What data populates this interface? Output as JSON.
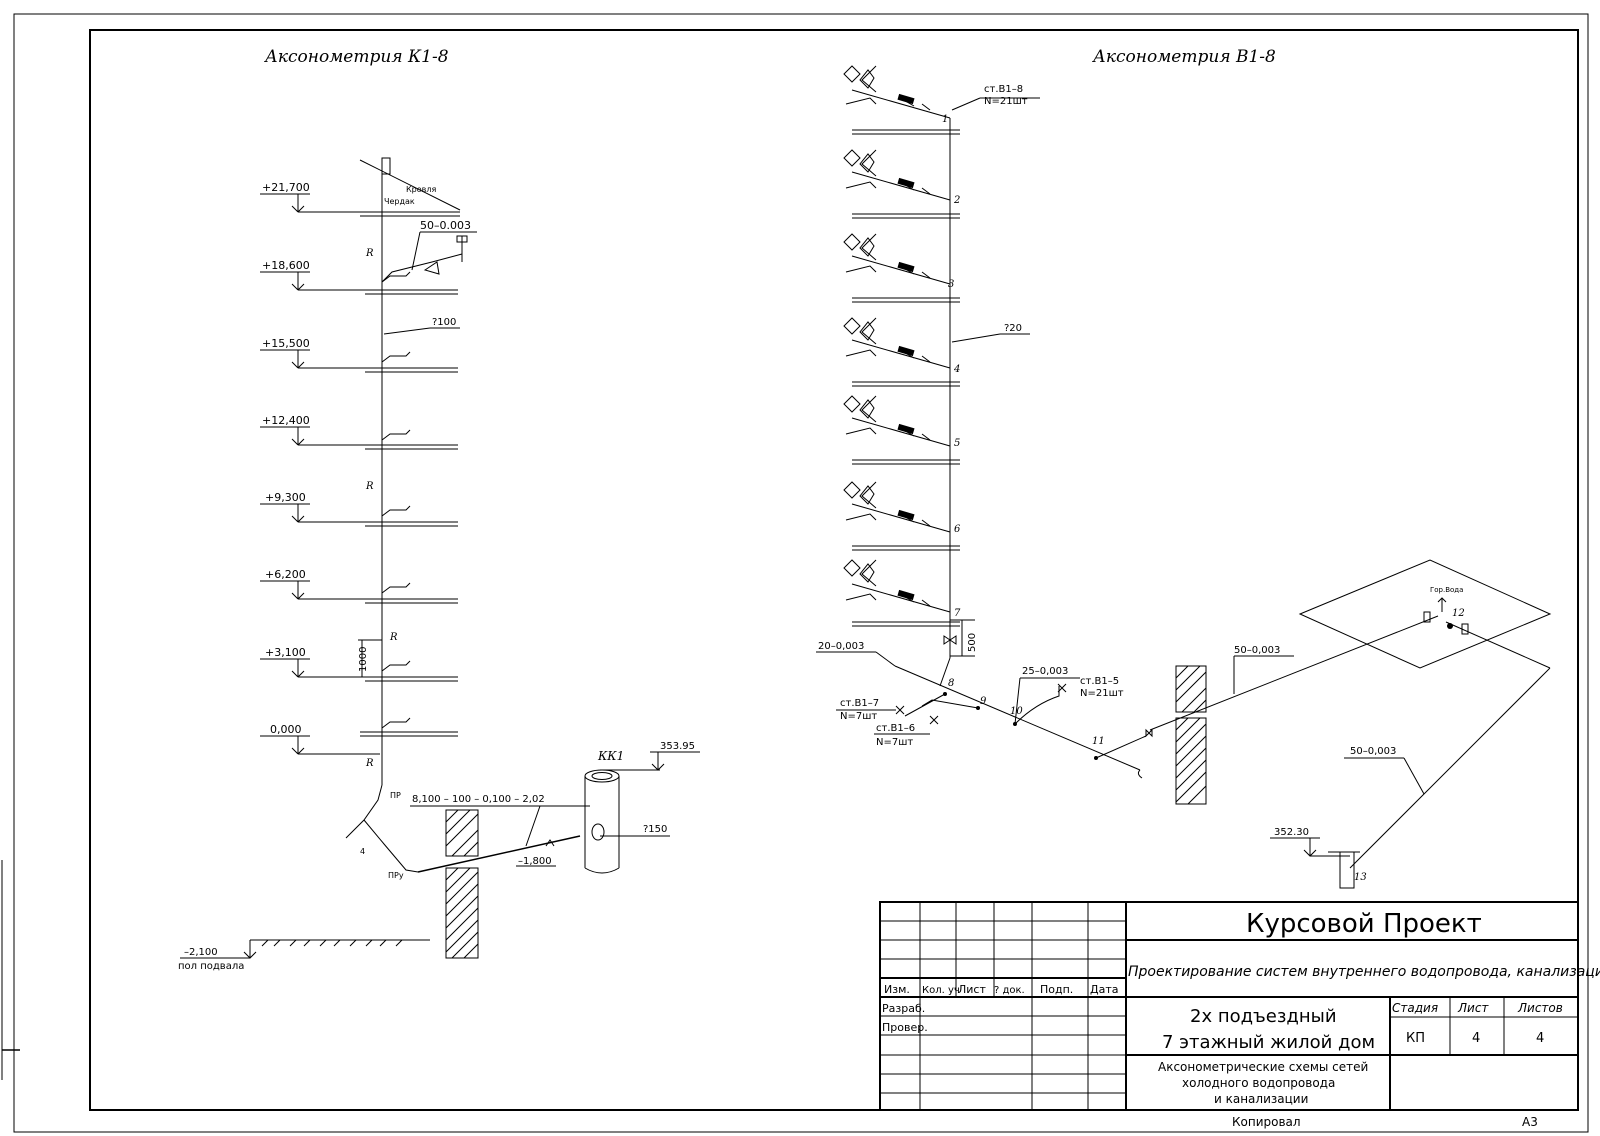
{
  "titles": {
    "k18": "Аксонометрия К1-8",
    "b18": "Аксонометрия В1-8"
  },
  "sewer": {
    "levels": [
      "+21,700",
      "+18,600",
      "+15,500",
      "+12,400",
      "+9,300",
      "+6,200",
      "+3,100",
      "0,000"
    ],
    "roof": "Кровля",
    "attic": "Чердак",
    "slope_top": "50–0.003",
    "pipe_dia": "?100",
    "r_label": "R",
    "dim_1000": "1000",
    "pr": "ПР",
    "pr_lower": "ПРу",
    "node_4": "4",
    "outlet_spec": "8,100 – 100 – 0,100 – 2,02",
    "out_level": "–1,800",
    "well": "КК1",
    "well_level": "353.95",
    "well_dia": "?150",
    "basement_level": "–2,100",
    "basement_label": "пол подвала"
  },
  "water": {
    "riser_label": "ст.В1–8",
    "riser_count": "N=21шт",
    "floor_nodes": [
      "1",
      "2",
      "3",
      "4",
      "5",
      "6",
      "7"
    ],
    "riser_dia": "?20",
    "dim_500": "500",
    "slope_main": "20–0,003",
    "node_8": "8",
    "node_9": "9",
    "node_10": "10",
    "node_11": "11",
    "node_12": "12",
    "node_13": "13",
    "slope_25": "25–0,003",
    "st_b15": "ст.В1–5",
    "st_b15_n": "N=21шт",
    "st_b17": "ст.В1–7",
    "st_b17_n": "N=7шт",
    "st_b16": "ст.В1–6",
    "st_b16_n": "N=7шт",
    "slope_50a": "50–0,003",
    "slope_50b": "50–0,003",
    "hot_water": "Гор.Вода",
    "inlet_level": "352.30"
  },
  "stamp": {
    "project": "Курсовой Проект",
    "subject": "Проектирование систем внутреннего водопровода, канализации ж",
    "headers": [
      "Изм.",
      "Кол. уч",
      "Лист",
      "? док.",
      "Подп.",
      "Дата"
    ],
    "developed": "Разраб.",
    "checked": "Провер.",
    "building_1": "2х подъездный",
    "building_2": "7 этажный жилой дом",
    "stage_h": "Стадия",
    "sheet_h": "Лист",
    "sheets_h": "Листов",
    "stage": "КП",
    "sheet": "4",
    "sheets": "4",
    "desc_1": "Аксонометрические схемы сетей",
    "desc_2": "холодного водопровода",
    "desc_3": "и канализации",
    "copied": "Копировал",
    "format": "А3"
  }
}
